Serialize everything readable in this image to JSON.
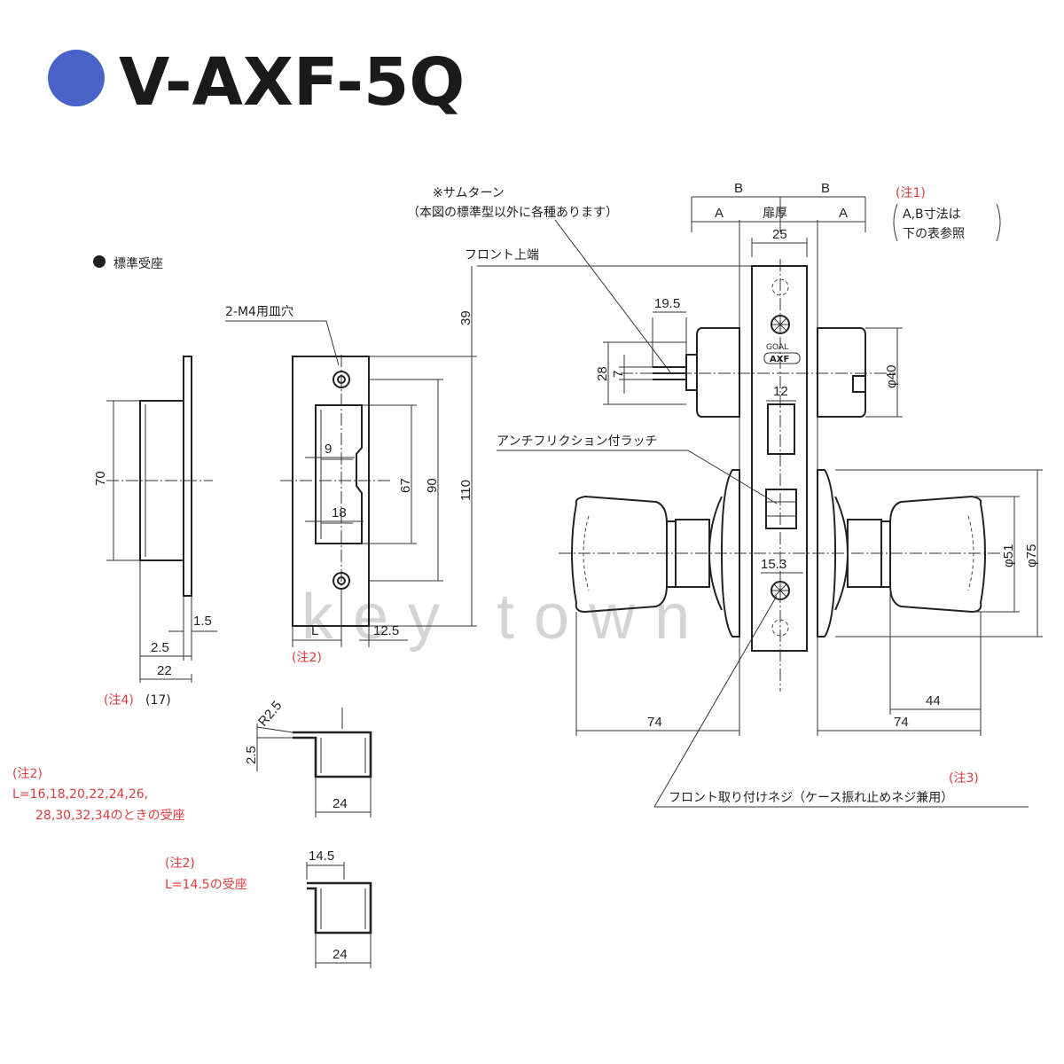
{
  "title": "V-AXF-5Q",
  "colors": {
    "title_dot": "#4a63c8",
    "note_red": "#e23a3a",
    "line": "#222222"
  },
  "labels": {
    "standard_strike": "標準受座",
    "screw_hole": "2-M4用皿穴",
    "thumbturn_line1": "※サムターン",
    "thumbturn_line2": "（本図の標準型以外に各種あります）",
    "front_top": "フロント上端",
    "latch": "アンチフリクション付ラッチ",
    "front_screw": "フロント取り付けネジ（ケース振れ止めネジ兼用）",
    "door_thickness": "扉厚",
    "brand1": "GOAL",
    "brand2": "AXF",
    "watermark": "key town"
  },
  "notes": {
    "note1_head": "(注1)",
    "note1_line1": "A,B寸法は",
    "note1_line2": "下の表参照",
    "note2_under_L": "(注2)",
    "note2_head": "(注2)",
    "note2_line1": "L=16,18,20,22,24,26,",
    "note2_line2": "28,30,32,34のときの受座",
    "note2b_head": "(注2)",
    "note2b_line1": "L=14.5の受座",
    "note3": "(注3)",
    "note4": "(注4)",
    "note4_value": "(17)"
  },
  "dims": {
    "B_left": "B",
    "B_right": "B",
    "A_left": "A",
    "A_right": "A",
    "d25": "25",
    "d39": "39",
    "d19_5": "19.5",
    "d28": "28",
    "d7": "7",
    "d12": "12",
    "d15_3": "15.3",
    "phi40": "φ40",
    "phi51": "φ51",
    "phi75": "φ75",
    "d74_left": "74",
    "d74_right": "74",
    "d44": "44",
    "d110": "110",
    "d90": "90",
    "d67": "67",
    "d9": "9",
    "d18": "18",
    "dL": "L",
    "d12_5": "12.5",
    "d70": "70",
    "d1_5": "1.5",
    "d2_5": "2.5",
    "d22": "22",
    "r2_5": "R2.5",
    "d2_5b": "2.5",
    "d24a": "24",
    "d14_5": "14.5",
    "d24b": "24"
  }
}
